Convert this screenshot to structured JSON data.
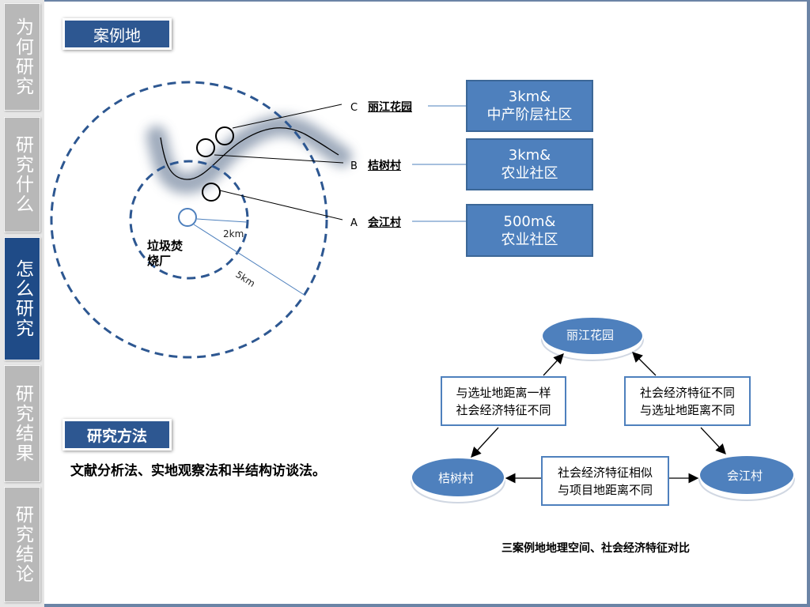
{
  "nav": {
    "tabs": [
      {
        "label": "为何研究",
        "active": false
      },
      {
        "label": "研究什么",
        "active": false
      },
      {
        "label": "怎么研究",
        "active": true
      },
      {
        "label": "研究结果",
        "active": false
      },
      {
        "label": "研究结论",
        "active": false
      }
    ]
  },
  "case_section": {
    "title": "案例地"
  },
  "map": {
    "center_label": "垃圾焚\n烧厂",
    "radius_inner": "2km",
    "radius_outer": "5km",
    "sites": [
      {
        "letter": "C",
        "name": "丽江花园"
      },
      {
        "letter": "B",
        "name": "桔树村"
      },
      {
        "letter": "A",
        "name": "会江村"
      }
    ]
  },
  "info_boxes": [
    {
      "line1": "3km&",
      "line2": "中产阶层社区"
    },
    {
      "line1": "3km&",
      "line2": "农业社区"
    },
    {
      "line1": "500m&",
      "line2": "农业社区"
    }
  ],
  "method_section": {
    "title": "研究方法",
    "text": "文献分析法、实地观察法和半结构访谈法。"
  },
  "diagram": {
    "nodes": {
      "top": "丽江花园",
      "left": "桔树村",
      "right": "会江村"
    },
    "edges": {
      "left_top": {
        "line1": "与选址地距离一样",
        "line2": "社会经济特征不同"
      },
      "right_top": {
        "line1": "社会经济特征不同",
        "line2": "与选址地距离不同"
      },
      "bottom": {
        "line1": "社会经济特征相似",
        "line2": "与项目地距离不同"
      }
    },
    "caption": "三案例地地理空间、社会经济特征对比"
  },
  "colors": {
    "accent": "#2d5791",
    "box": "#4e80bd",
    "nav_active": "#1f4b87",
    "nav_inactive": "#b8b8b8"
  }
}
